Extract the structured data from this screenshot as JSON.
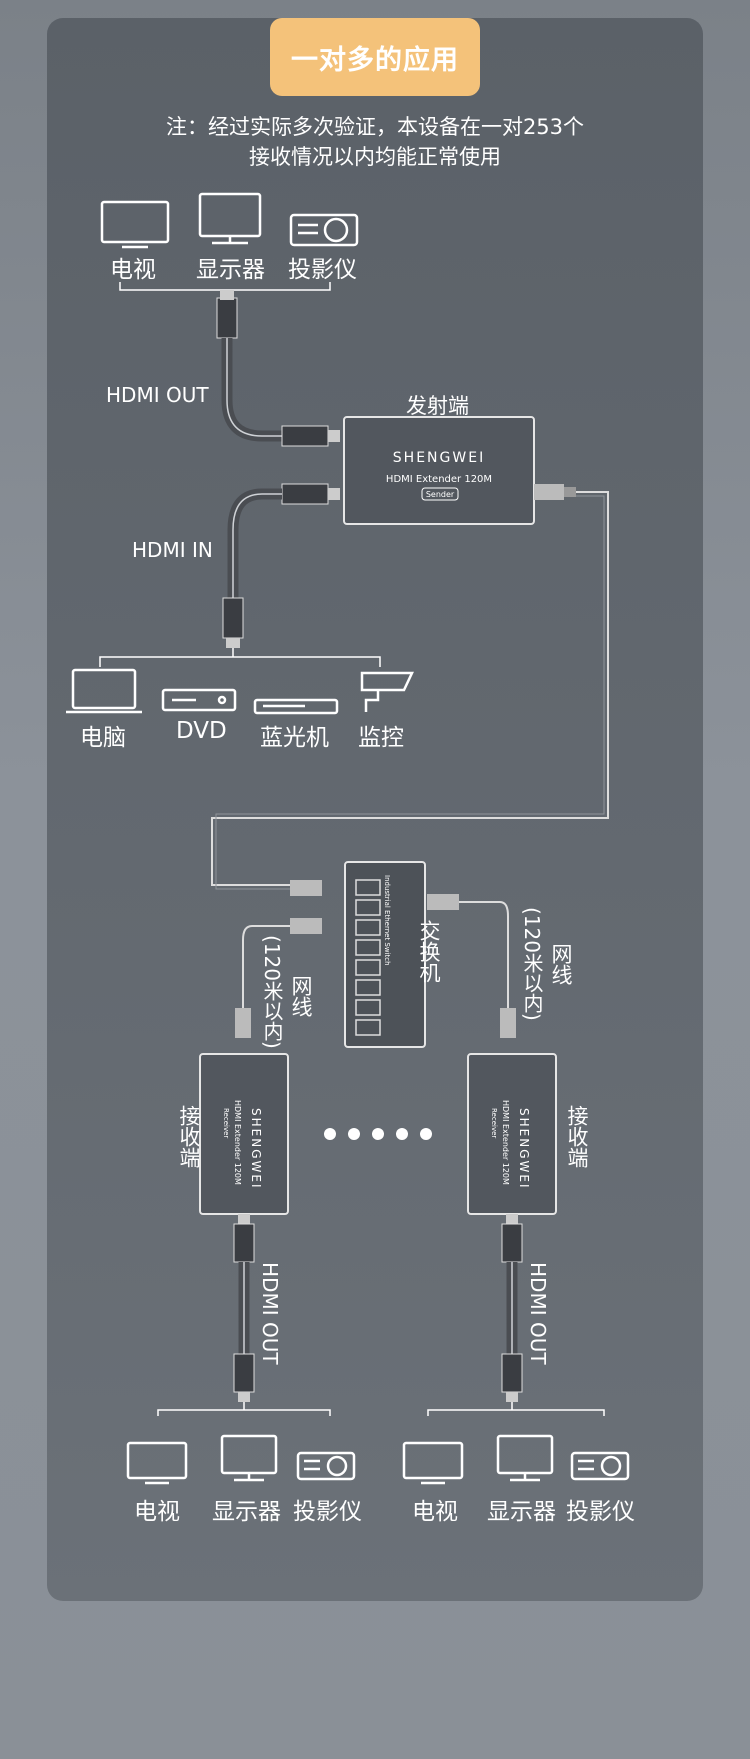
{
  "header": {
    "title": "一对多的应用"
  },
  "note": {
    "line1": "注：经过实际多次验证，本设备在一对253个",
    "line2": "接收情况以内均能正常使用"
  },
  "top_displays": {
    "tv": "电视",
    "monitor": "显示器",
    "projector": "投影仪"
  },
  "labels": {
    "hdmi_out": "HDMI OUT",
    "hdmi_in": "HDMI IN",
    "sender": "发射端",
    "switch": "交换机",
    "net_left": "网线",
    "net_left_range": "(120米以内)",
    "net_right": "网线",
    "net_right_range": "(120米以内)",
    "receiver": "接收端",
    "receiver_out": "HDMI OUT"
  },
  "sources": {
    "pc": "电脑",
    "dvd": "DVD",
    "bluray": "蓝光机",
    "camera": "监控"
  },
  "device_text": {
    "brand": "SHENGWEI",
    "model": "HDMI Extender 120M",
    "sender_tag": "Sender",
    "receiver_tag": "Receiver",
    "switch_text": "Industrial Ethernet Switch"
  },
  "bottom_left": {
    "tv": "电视",
    "monitor": "显示器",
    "projector": "投影仪"
  },
  "bottom_right": {
    "tv": "电视",
    "monitor": "显示器",
    "projector": "投影仪"
  }
}
